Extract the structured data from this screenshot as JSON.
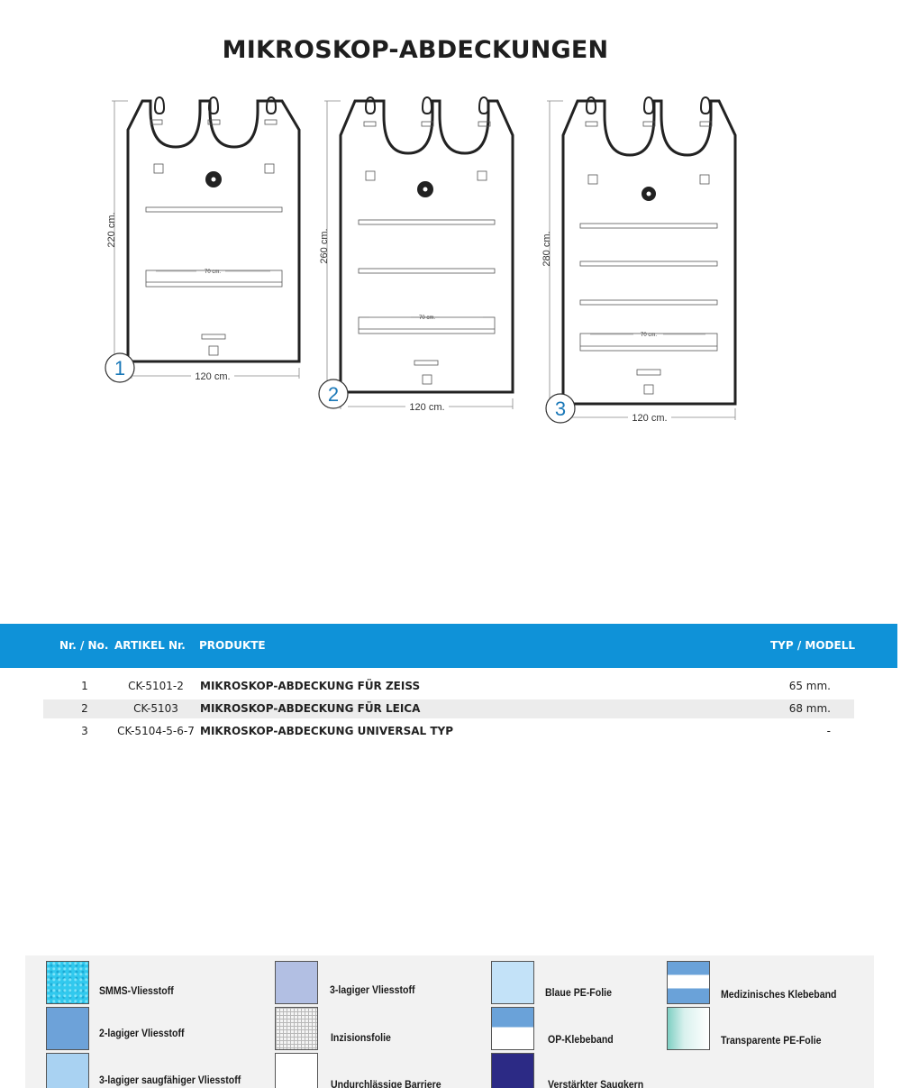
{
  "page": {
    "title": "MIKROSKOP-ABDECKUNGEN"
  },
  "drawings": [
    {
      "number": "1",
      "height_label": "220 cm.",
      "width_label": "120 cm.",
      "inner_label": "70 cm."
    },
    {
      "number": "2",
      "height_label": "260 cm.",
      "width_label": "120 cm.",
      "inner_label": "70 cm."
    },
    {
      "number": "3",
      "height_label": "280 cm.",
      "width_label": "120 cm.",
      "inner_label": "70 cm."
    }
  ],
  "table": {
    "headers": {
      "nr": "Nr. / No.",
      "artikel": "ARTIKEL Nr.",
      "produkte": "PRODUKTE",
      "typ": "TYP / MODELL"
    },
    "rows": [
      {
        "nr": "1",
        "artikel": "CK-5101-2",
        "produkt": "MIKROSKOP-ABDECKUNG FÜR ZEISS",
        "typ": "65 mm."
      },
      {
        "nr": "2",
        "artikel": "CK-5103",
        "produkt": "MIKROSKOP-ABDECKUNG FÜR LEICA",
        "typ": "68 mm."
      },
      {
        "nr": "3",
        "artikel": "CK-5104-5-6-7",
        "produkt": "MIKROSKOP-ABDECKUNG UNIVERSAL TYP",
        "typ": "-"
      }
    ]
  },
  "legend": {
    "items": [
      {
        "label": "SMMS-Vliesstoff",
        "color": "#31c9ee"
      },
      {
        "label": "2-lagiger Vliesstoff",
        "color": "#6da2d9"
      },
      {
        "label": "3-lagiger saugfähiger Vliesstoff",
        "color": "#a9d2f2"
      },
      {
        "label": "3-lagiger Vliesstoff",
        "color": "#b2bfe3"
      },
      {
        "label": "Inzisionsfolie",
        "color": "#f4f4f4"
      },
      {
        "label": "Undurchlässige Barriere",
        "color": "#ffffff"
      },
      {
        "label": "Blaue PE-Folie",
        "color": "#c3e2f8"
      },
      {
        "label": "OP-Klebeband",
        "color": "#6aa2d9"
      },
      {
        "label": "Verstärkter Saugkern",
        "color": "#2c2a85"
      },
      {
        "label": "Medizinisches Klebeband",
        "color": "#6aa2d9"
      },
      {
        "label": "Transparente PE-Folie",
        "color": "#7fcfc3"
      }
    ]
  }
}
